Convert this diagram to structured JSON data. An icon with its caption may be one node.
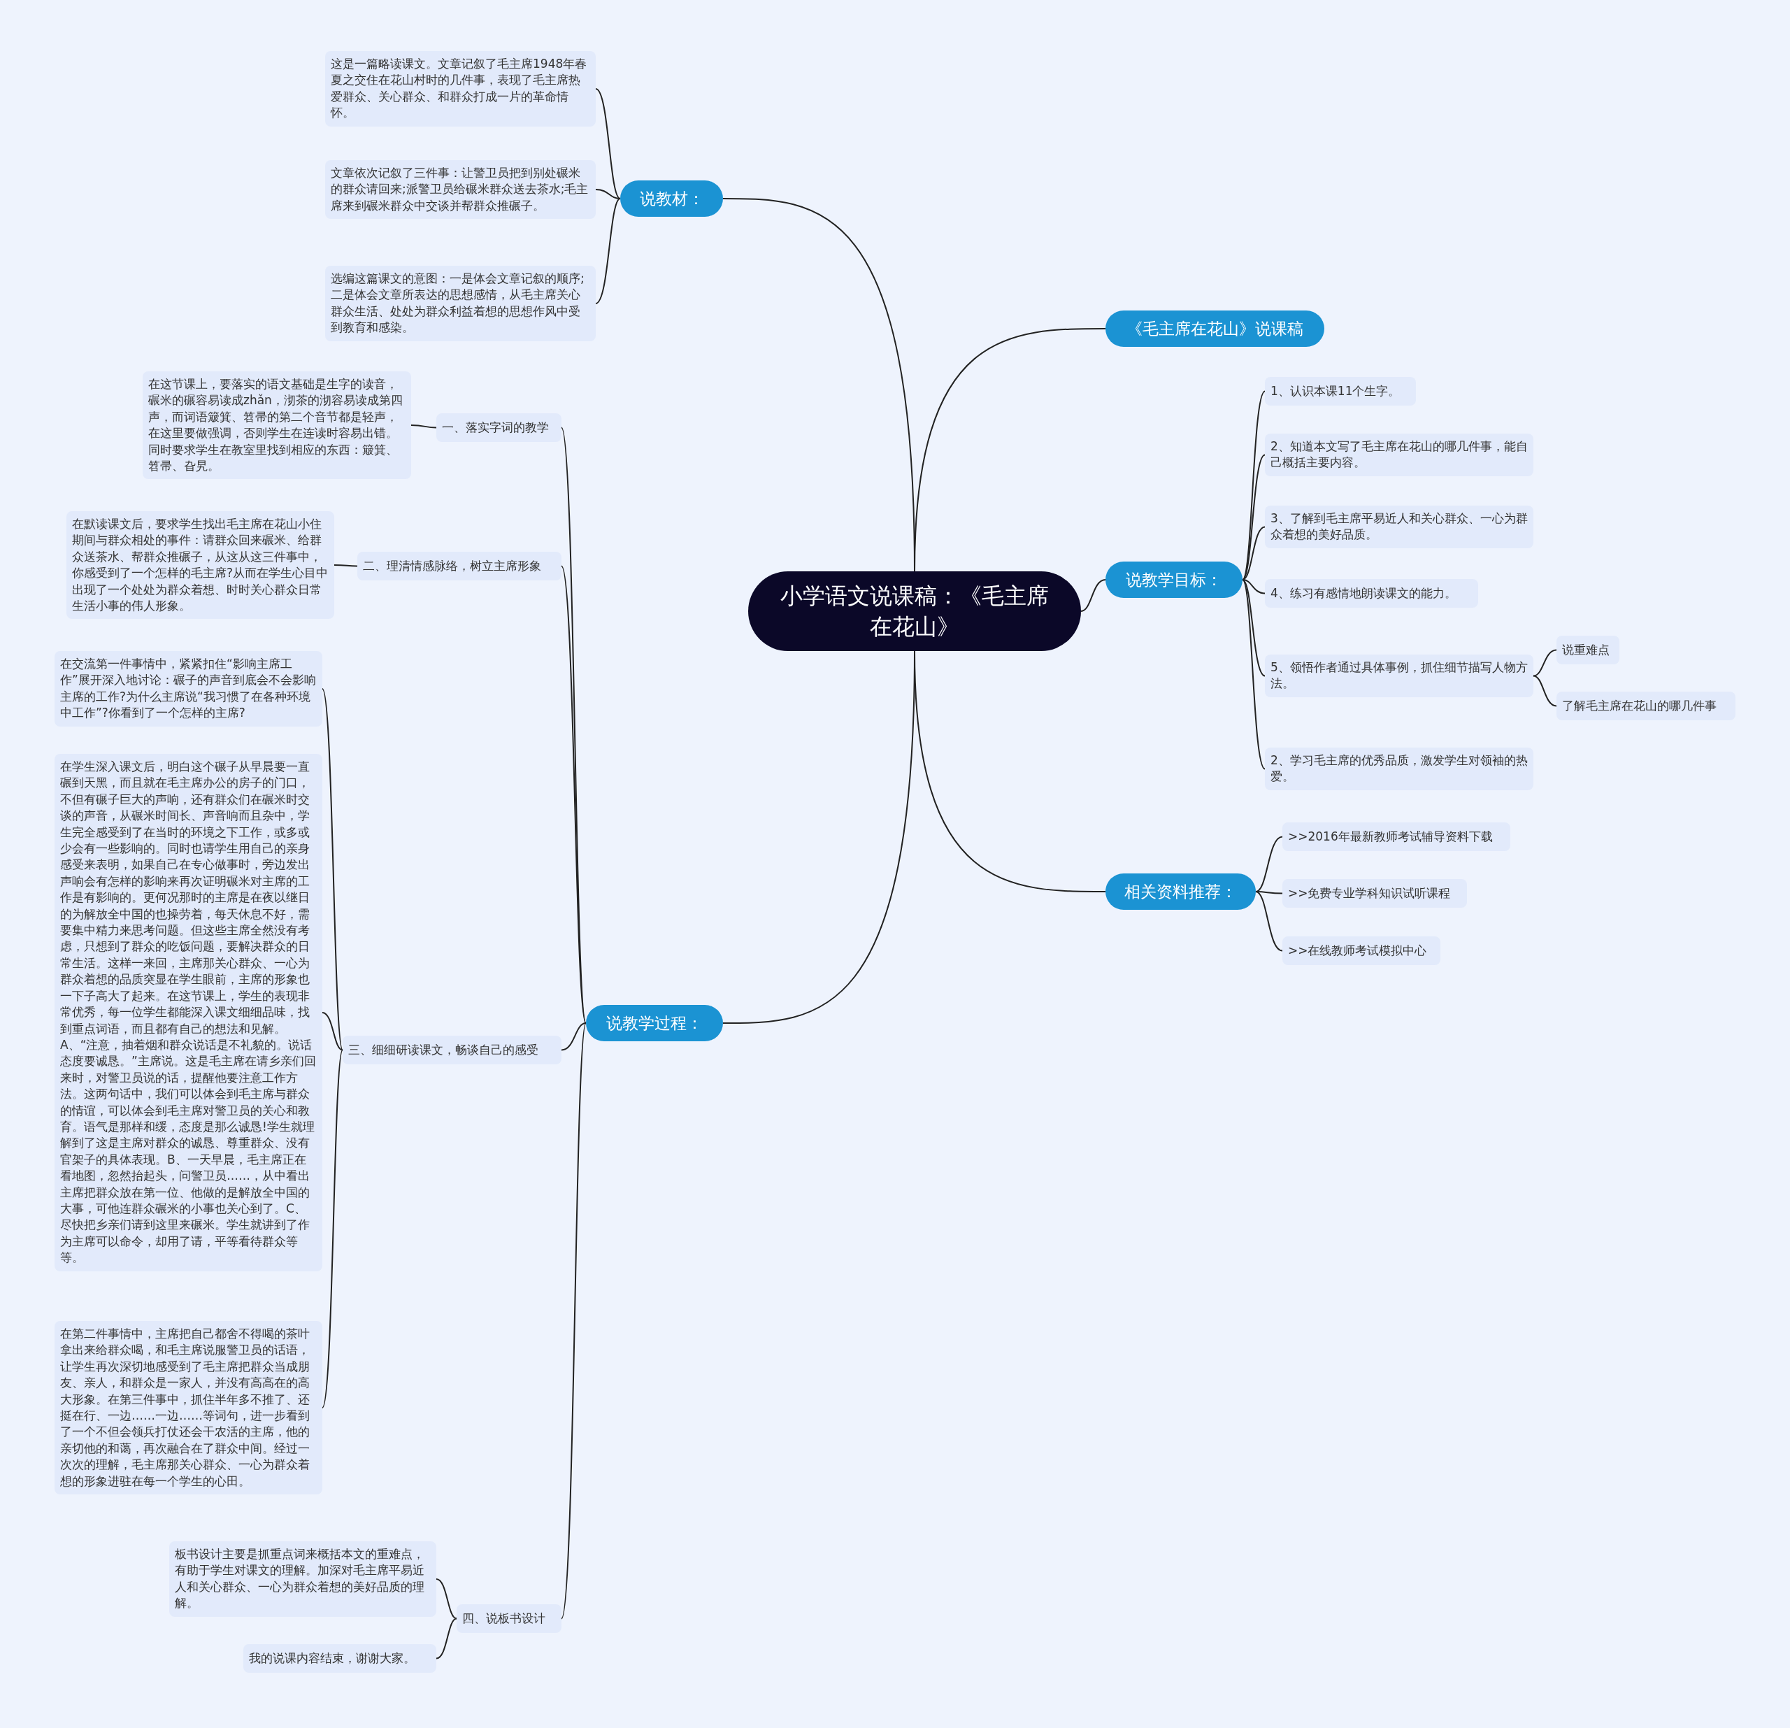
{
  "diagram": {
    "nodes": [
      {
        "text": [
          "小学语文说课稿：《毛主席在花山》"
        ]
      },
      {
        "text": [
          "说教材："
        ]
      },
      {
        "text": [
          "这是一篇略读课文。文章记叙了毛主席1948年春夏之交住在花山村时的几件事，表现了毛主席热爱群众、关心群众、和群众打成一片的革命情怀。"
        ]
      },
      {
        "text": [
          "文章依次记叙了三件事：让警卫员把到别处碾米的群众请回来;派警卫员给碾米群众送去茶水;毛主席来到碾米群众中交谈并帮群众推碾子。"
        ]
      },
      {
        "text": [
          "选编这篇课文的意图：一是体会文章记叙的顺序;二是体会文章所表达的思想感情，从毛主席关心群众生活、处处为群众利益着想的思想作风中受到教育和感染。"
        ]
      },
      {
        "text": [
          "《毛主席在花山》说课稿"
        ]
      },
      {
        "text": [
          "说教学目标："
        ]
      },
      {
        "text": [
          "1、认识本课11个生字。"
        ]
      },
      {
        "text": [
          "2、知道本文写了毛主席在花山的哪几件事，能自己概括主要内容。"
        ]
      },
      {
        "text": [
          "3、了解到毛主席平易近人和关心群众、一心为群众着想的美好品质。"
        ]
      },
      {
        "text": [
          "4、练习有感情地朗读课文的能力。"
        ]
      },
      {
        "text": [
          "5、领悟作者通过具体事例，抓住细节描写人物方法。"
        ]
      },
      {
        "text": [
          "2、学习毛主席的优秀品质，激发学生对领袖的热爱。"
        ]
      },
      {
        "text": [
          "说重难点"
        ]
      },
      {
        "text": [
          "了解毛主席在花山的哪几件事"
        ]
      },
      {
        "text": [
          "相关资料推荐："
        ]
      },
      {
        "text": [
          ">>2016年最新教师考试辅导资料下载"
        ]
      },
      {
        "text": [
          ">>免费专业学科知识试听课程"
        ]
      },
      {
        "text": [
          ">>在线教师考试模拟中心"
        ]
      },
      {
        "text": [
          "说教学过程："
        ]
      },
      {
        "text": [
          "一、落实字词的教学"
        ]
      },
      {
        "text": [
          "在这节课上，要落实的语文基础是生字的读音，碾米的碾容易读成zhǎn，沏茶的沏容易读成第四声，而词语簸箕、笤帚的第二个音节都是轻声，在这里要做强调，否则学生在连读时容易出错。同时要求学生在教室里找到相应的东西：簸箕、笤帚、旮旯。"
        ]
      },
      {
        "text": [
          "二、理清情感脉络，树立主席形象"
        ]
      },
      {
        "text": [
          "在默读课文后，要求学生找出毛主席在花山小住期间与群众相处的事件：请群众回来碾米、给群众送茶水、帮群众推碾子，从这从这三件事中，你感受到了一个怎样的毛主席?从而在学生心目中出现了一个处处为群众着想、时时关心群众日常生活小事的伟人形象。"
        ]
      },
      {
        "text": [
          "三、细细研读课文，畅谈自己的感受"
        ]
      },
      {
        "text": [
          "在交流第一件事情中，紧紧扣住“影响主席工作”展开深入地讨论：碾子的声音到底会不会影响主席的工作?为什么主席说“我习惯了在各种环境中工作”?你看到了一个怎样的主席?"
        ]
      },
      {
        "text": [
          "在学生深入课文后，明白这个碾子从早晨要一直碾到天黑，而且就在毛主席办公的房子的门口，不但有碾子巨大的声响，还有群众们在碾米时交谈的声音，从碾米时间长、声音响而且杂中，学生完全感受到了在当时的环境之下工作，或多或少会有一些影响的。同时也请学生用自己的亲身感受来表明，如果自己在专心做事时，旁边发出声响会有怎样的影响来再次证明碾米对主席的工作是有影响的。更何况那时的主席是在夜以继日的为解放全中国的也操劳着，每天休息不好，需要集中精力来思考问题。但这些主席全然没有考虑，只想到了群众的吃饭问题，要解决群众的日常生活。这样一来回，主席那关心群众、一心为群众着想的品质突显在学生眼前，主席的形象也一下子高大了起来。在这节课上，学生的表现非常优秀，每一位学生都能深入课文细细品味，找到重点词语，而且都有自己的想法和见解。A、“注意，抽着烟和群众说话是不礼貌的。说话态度要诚恳。”主席说。这是毛主席在请乡亲们回来时，对警卫员说的话，提醒他要注意工作方法。这两句话中，我们可以体会到毛主席与群众的情谊，可以体会到毛主席对警卫员的关心和教育。语气是那样和缓，态度是那么诚恳!学生就理解到了这是主席对群众的诚恳、尊重群众、没有官架子的具体表现。B、一天早晨，毛主席正在看地图，忽然抬起头，问警卫员……，从中看出主席把群众放在第一位、他做的是解放全中国的大事，可他连群众碾米的小事也关心到了。C、尽快把乡亲们请到这里来碾米。学生就讲到了作为主席可以命令，却用了请，平等看待群众等等。"
        ]
      },
      {
        "text": [
          "在第二件事情中，主席把自己都舍不得喝的茶叶拿出来给群众喝，和毛主席说服警卫员的话语，让学生再次深切地感受到了毛主席把群众当成朋友、亲人，和群众是一家人，并没有高高在的高大形象。在第三件事中，抓住半年多不推了、还挺在行、一边……一边……等词句，进一步看到了一个不但会领兵打仗还会干农活的主席，他的亲切他的和蔼，再次融合在了群众中间。经过一次次的理解，毛主席那关心群众、一心为群众着想的形象进驻在每一个学生的心田。"
        ]
      },
      {
        "text": [
          "四、说板书设计"
        ]
      },
      {
        "text": [
          "板书设计主要是抓重点词来概括本文的重难点，有助于学生对课文的理解。加深对毛主席平易近人和关心群众、一心为群众着想的美好品质的理解。"
        ]
      },
      {
        "text": [
          "我的说课内容结束，谢谢大家。"
        ]
      }
    ],
    "edges": [
      {
        "from": 0,
        "to": 1,
        "arrow": "none"
      },
      {
        "from": 1,
        "to": 2,
        "arrow": "none"
      },
      {
        "from": 1,
        "to": 3,
        "arrow": "none"
      },
      {
        "from": 1,
        "to": 4,
        "arrow": "none"
      },
      {
        "from": 0,
        "to": 5,
        "arrow": "none"
      },
      {
        "from": 0,
        "to": 6,
        "arrow": "none"
      },
      {
        "from": 6,
        "to": 7,
        "arrow": "none"
      },
      {
        "from": 6,
        "to": 8,
        "arrow": "none"
      },
      {
        "from": 6,
        "to": 9,
        "arrow": "none"
      },
      {
        "from": 6,
        "to": 10,
        "arrow": "none"
      },
      {
        "from": 6,
        "to": 11,
        "arrow": "none"
      },
      {
        "from": 6,
        "to": 12,
        "arrow": "none"
      },
      {
        "from": 11,
        "to": 13,
        "arrow": "none"
      },
      {
        "from": 11,
        "to": 14,
        "arrow": "none"
      },
      {
        "from": 0,
        "to": 15,
        "arrow": "none"
      },
      {
        "from": 15,
        "to": 16,
        "arrow": "none"
      },
      {
        "from": 15,
        "to": 17,
        "arrow": "none"
      },
      {
        "from": 15,
        "to": 18,
        "arrow": "none"
      },
      {
        "from": 0,
        "to": 19,
        "arrow": "none"
      },
      {
        "from": 19,
        "to": 20,
        "arrow": "none"
      },
      {
        "from": 20,
        "to": 21,
        "arrow": "none"
      },
      {
        "from": 19,
        "to": 22,
        "arrow": "none"
      },
      {
        "from": 22,
        "to": 23,
        "arrow": "none"
      },
      {
        "from": 19,
        "to": 24,
        "arrow": "none"
      },
      {
        "from": 24,
        "to": 25,
        "arrow": "none"
      },
      {
        "from": 24,
        "to": 26,
        "arrow": "none"
      },
      {
        "from": 24,
        "to": 27,
        "arrow": "none"
      },
      {
        "from": 19,
        "to": 28,
        "arrow": "none"
      },
      {
        "from": 28,
        "to": 29,
        "arrow": "none"
      },
      {
        "from": 28,
        "to": 30,
        "arrow": "none"
      }
    ]
  }
}
